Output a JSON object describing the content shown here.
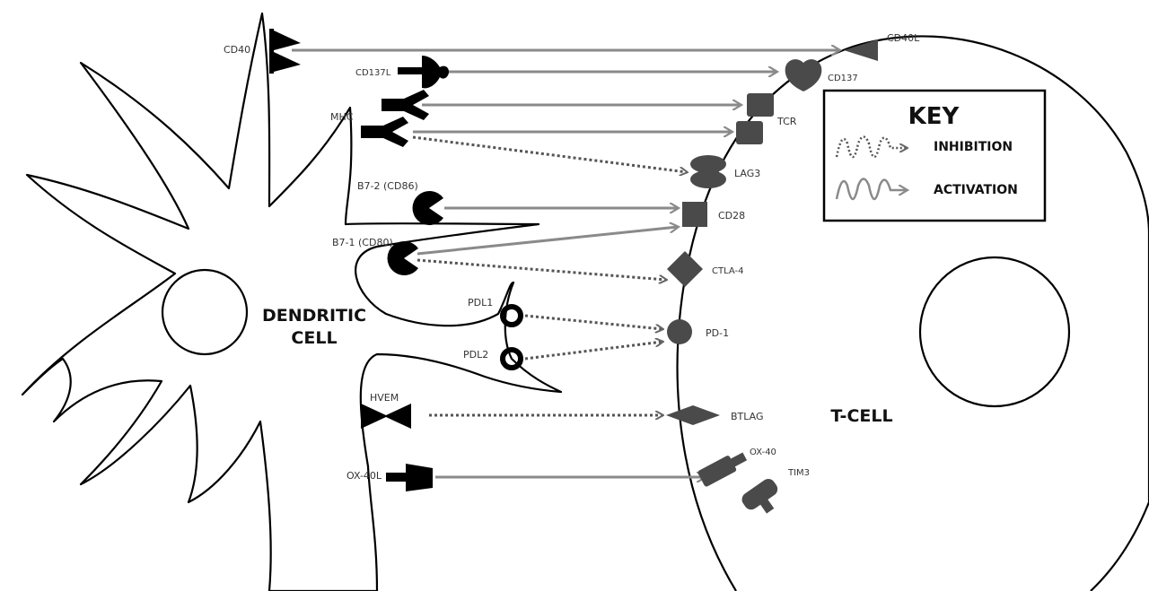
{
  "cells": {
    "dendritic": [
      "DENDRITIC",
      "CELL"
    ],
    "tcell": "T-CELL"
  },
  "ligands": {
    "cd40": "CD40",
    "cd137l": "CD137L",
    "mhc": "MHC",
    "b7_2": "B7-2 (CD86)",
    "b7_1": "B7-1 (CD80)",
    "pdl1": "PDL1",
    "pdl2": "PDL2",
    "hvem": "HVEM",
    "ox40l": "OX-40L"
  },
  "receptors": {
    "cd40l": "CD40L",
    "cd137": "CD137",
    "tcr": "TCR",
    "lag3": "LAG3",
    "cd28": "CD28",
    "ctla4": "CTLA-4",
    "pd1": "PD-1",
    "btlag": "BTLAG",
    "ox40": "OX-40",
    "tim3": "TIM3"
  },
  "key": {
    "title": "KEY",
    "inhibition": "INHIBITION",
    "activation": "ACTIVATION"
  }
}
